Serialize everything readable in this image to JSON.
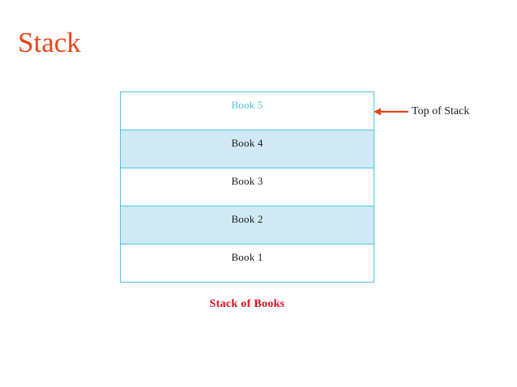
{
  "slide": {
    "title": "Stack",
    "background_color": "#ffffff",
    "title_color": "#e8451c"
  },
  "diagram": {
    "type": "stack",
    "caption": "Stack of Books",
    "caption_color": "#de0c1f",
    "border_color": "#4ec2e7",
    "shaded_fill": "#cfeaf5",
    "plain_fill": "#ffffff",
    "top_item_text_color": "#4cc3ea",
    "item_text_color": "#1a1a1a",
    "cells": [
      {
        "label": "Book 5",
        "shaded": false,
        "is_top": true
      },
      {
        "label": "Book 4",
        "shaded": true,
        "is_top": false
      },
      {
        "label": "Book 3",
        "shaded": false,
        "is_top": false
      },
      {
        "label": "Book 2",
        "shaded": true,
        "is_top": false
      },
      {
        "label": "Book 1",
        "shaded": false,
        "is_top": false
      }
    ]
  },
  "annotation": {
    "label": "Top of Stack",
    "arrow_color": "#e8451c",
    "arrow_direction": "left",
    "points_to": "Book 5"
  }
}
